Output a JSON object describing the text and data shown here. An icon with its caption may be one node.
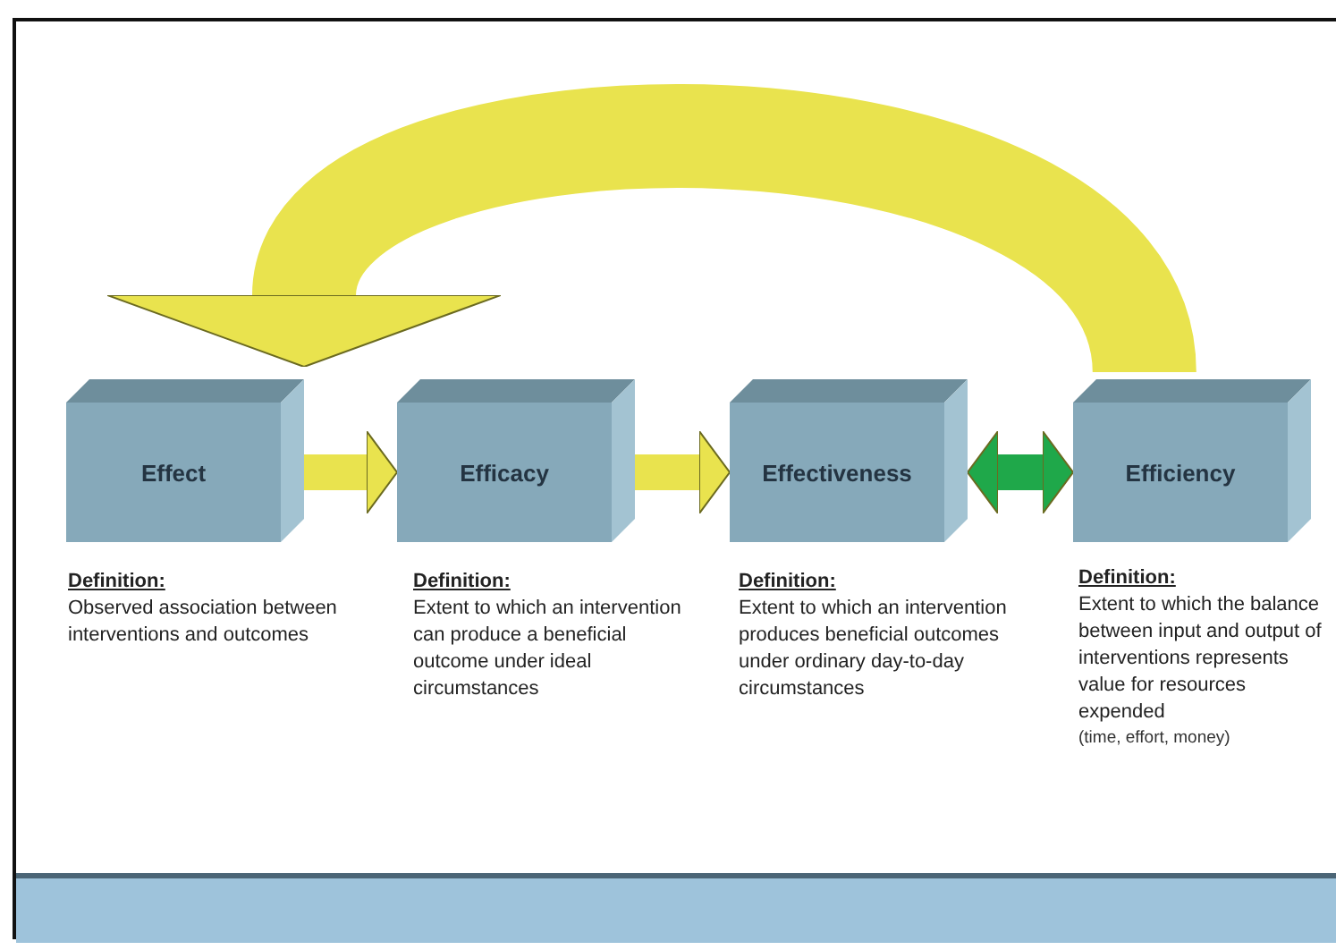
{
  "diagram": {
    "nodes": [
      {
        "text": [
          "Effect"
        ],
        "beside": [
          "Definition:",
          "Observed association between interventions and outcomes"
        ]
      },
      {
        "text": [
          "Efficacy"
        ],
        "beside": [
          "Definition:",
          "Extent to which an intervention can produce a beneficial outcome under ideal circumstances"
        ]
      },
      {
        "text": [
          "Effectiveness"
        ],
        "beside": [
          "Definition:",
          "Extent to which an intervention produces beneficial outcomes under ordinary day-to-day circumstances"
        ]
      },
      {
        "text": [
          "Efficiency"
        ],
        "beside": [
          "Definition:",
          "Extent to which the balance between input and output of interventions represents value for resources expended",
          "(time, effort, money)"
        ]
      }
    ],
    "edges": [
      {
        "from": 0,
        "to": 1,
        "arrow": "to"
      },
      {
        "from": 1,
        "to": 2,
        "arrow": "to"
      },
      {
        "from": 2,
        "to": 3,
        "arrow": "both",
        "color": "#1fa84a"
      },
      {
        "from": 3,
        "to": 0,
        "arrow": "to",
        "style": "thick"
      }
    ]
  }
}
